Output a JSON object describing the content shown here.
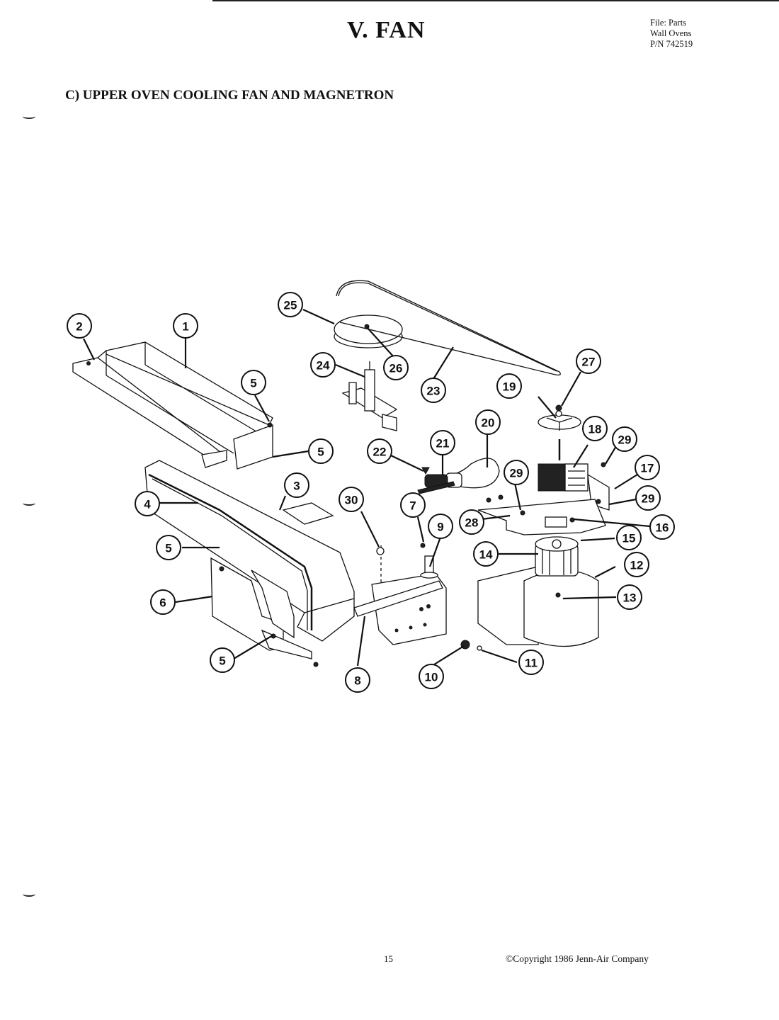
{
  "header": {
    "title": "V. FAN",
    "file_info": [
      "File: Parts",
      "Wall Ovens",
      "P/N 742519"
    ]
  },
  "section": {
    "title": "C) UPPER OVEN COOLING FAN AND MAGNETRON"
  },
  "diagram": {
    "callouts": [
      {
        "id": "1",
        "label": "1"
      },
      {
        "id": "2",
        "label": "2"
      },
      {
        "id": "3",
        "label": "3"
      },
      {
        "id": "4",
        "label": "4"
      },
      {
        "id": "5a",
        "label": "5"
      },
      {
        "id": "5b",
        "label": "5"
      },
      {
        "id": "5c",
        "label": "5"
      },
      {
        "id": "5d",
        "label": "5"
      },
      {
        "id": "6",
        "label": "6"
      },
      {
        "id": "7",
        "label": "7"
      },
      {
        "id": "8",
        "label": "8"
      },
      {
        "id": "9",
        "label": "9"
      },
      {
        "id": "10",
        "label": "10"
      },
      {
        "id": "11",
        "label": "11"
      },
      {
        "id": "12",
        "label": "12"
      },
      {
        "id": "13",
        "label": "13"
      },
      {
        "id": "14",
        "label": "14"
      },
      {
        "id": "15",
        "label": "15"
      },
      {
        "id": "16",
        "label": "16"
      },
      {
        "id": "17",
        "label": "17"
      },
      {
        "id": "18",
        "label": "18"
      },
      {
        "id": "19",
        "label": "19"
      },
      {
        "id": "20",
        "label": "20"
      },
      {
        "id": "21",
        "label": "21"
      },
      {
        "id": "22",
        "label": "22"
      },
      {
        "id": "23",
        "label": "23"
      },
      {
        "id": "24",
        "label": "24"
      },
      {
        "id": "25",
        "label": "25"
      },
      {
        "id": "26",
        "label": "26"
      },
      {
        "id": "27",
        "label": "27"
      },
      {
        "id": "28",
        "label": "28"
      },
      {
        "id": "29a",
        "label": "29"
      },
      {
        "id": "29b",
        "label": "29"
      },
      {
        "id": "29c",
        "label": "29"
      },
      {
        "id": "30",
        "label": "30"
      }
    ]
  },
  "footer": {
    "page_number": "15",
    "copyright": "©Copyright 1986 Jenn-Air Company"
  }
}
